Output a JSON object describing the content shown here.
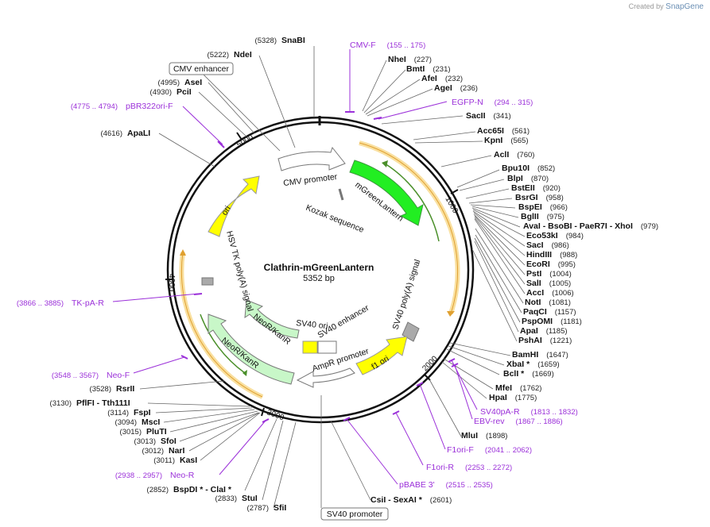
{
  "brand": {
    "prefix": "Created by",
    "name": "SnapGene"
  },
  "plasmid": {
    "name": "Clathrin-mGreenLantern",
    "size_label": "5352 bp",
    "length": 5352
  },
  "ticks": [
    "1000",
    "2000",
    "3000",
    "4000",
    "5000"
  ],
  "sites": [
    {
      "name": "SnaBI",
      "coord": "(5328)",
      "side": "left"
    },
    {
      "name": "NdeI",
      "coord": "(5222)",
      "side": "left"
    },
    {
      "name": "AseI",
      "coord": "(4995)",
      "side": "left"
    },
    {
      "name": "PciI",
      "coord": "(4930)",
      "side": "left"
    },
    {
      "name": "ApaLI",
      "coord": "(4616)",
      "side": "left"
    },
    {
      "name": "NheI",
      "coord": "(227)",
      "side": "right"
    },
    {
      "name": "BmtI",
      "coord": "(231)",
      "side": "right"
    },
    {
      "name": "AfeI",
      "coord": "(232)",
      "side": "right"
    },
    {
      "name": "AgeI",
      "coord": "(236)",
      "side": "right"
    },
    {
      "name": "SacII",
      "coord": "(341)",
      "side": "right"
    },
    {
      "name": "Acc65I",
      "coord": "(561)",
      "side": "right"
    },
    {
      "name": "KpnI",
      "coord": "(565)",
      "side": "right"
    },
    {
      "name": "AclI",
      "coord": "(760)",
      "side": "right"
    },
    {
      "name": "Bpu10I",
      "coord": "(852)",
      "side": "right"
    },
    {
      "name": "BlpI",
      "coord": "(870)",
      "side": "right"
    },
    {
      "name": "BstEII",
      "coord": "(920)",
      "side": "right"
    },
    {
      "name": "BsrGI",
      "coord": "(958)",
      "side": "right"
    },
    {
      "name": "BspEI",
      "coord": "(966)",
      "side": "right"
    },
    {
      "name": "BglII",
      "coord": "(975)",
      "side": "right"
    },
    {
      "name": "AvaI  - BsoBI  - PaeR7I  - XhoI",
      "coord": "(979)",
      "side": "right"
    },
    {
      "name": "Eco53kI",
      "coord": "(984)",
      "side": "right"
    },
    {
      "name": "SacI",
      "coord": "(986)",
      "side": "right"
    },
    {
      "name": "HindIII",
      "coord": "(988)",
      "side": "right"
    },
    {
      "name": "EcoRI",
      "coord": "(995)",
      "side": "right"
    },
    {
      "name": "PstI",
      "coord": "(1004)",
      "side": "right"
    },
    {
      "name": "SalI",
      "coord": "(1005)",
      "side": "right"
    },
    {
      "name": "AccI",
      "coord": "(1006)",
      "side": "right"
    },
    {
      "name": "NotI",
      "coord": "(1081)",
      "side": "right"
    },
    {
      "name": "PaqCI",
      "coord": "(1157)",
      "side": "right"
    },
    {
      "name": "PspOMI",
      "coord": "(1181)",
      "side": "right"
    },
    {
      "name": "ApaI",
      "coord": "(1185)",
      "side": "right"
    },
    {
      "name": "PshAI",
      "coord": "(1221)",
      "side": "right"
    },
    {
      "name": "BamHI",
      "coord": "(1647)",
      "side": "right"
    },
    {
      "name": "XbaI *",
      "coord": "(1659)",
      "side": "right"
    },
    {
      "name": "BclI *",
      "coord": "(1669)",
      "side": "right"
    },
    {
      "name": "MfeI",
      "coord": "(1762)",
      "side": "right"
    },
    {
      "name": "HpaI",
      "coord": "(1775)",
      "side": "right"
    },
    {
      "name": "MluI",
      "coord": "(1898)",
      "side": "right"
    },
    {
      "name": "CsiI  - SexAI *",
      "coord": "(2601)",
      "side": "right"
    },
    {
      "name": "SfiI",
      "coord": "(2787)",
      "side": "left"
    },
    {
      "name": "StuI",
      "coord": "(2833)",
      "side": "left"
    },
    {
      "name": "BspDI *  - ClaI *",
      "coord": "(2852)",
      "side": "left"
    },
    {
      "name": "KasI",
      "coord": "(3011)",
      "side": "left"
    },
    {
      "name": "NarI",
      "coord": "(3012)",
      "side": "left"
    },
    {
      "name": "SfoI",
      "coord": "(3013)",
      "side": "left"
    },
    {
      "name": "PluTI",
      "coord": "(3015)",
      "side": "left"
    },
    {
      "name": "MscI",
      "coord": "(3094)",
      "side": "left"
    },
    {
      "name": "FspI",
      "coord": "(3114)",
      "side": "left"
    },
    {
      "name": "PflFI  - Tth111I",
      "coord": "(3130)",
      "side": "left"
    },
    {
      "name": "RsrII",
      "coord": "(3528)",
      "side": "left"
    }
  ],
  "primers": [
    {
      "name": "CMV-F",
      "range": "(155 .. 175)"
    },
    {
      "name": "EGFP-N",
      "range": "(294 .. 315)"
    },
    {
      "name": "pBR322ori-F",
      "range": "(4775 .. 4794)"
    },
    {
      "name": "TK-pA-R",
      "range": "(3866 .. 3885)"
    },
    {
      "name": "Neo-F",
      "range": "(3548 .. 3567)"
    },
    {
      "name": "Neo-R",
      "range": "(2938 .. 2957)"
    },
    {
      "name": "SV40pA-R",
      "range": "(1813 .. 1832)"
    },
    {
      "name": "EBV-rev",
      "range": "(1867 .. 1886)"
    },
    {
      "name": "F1ori-F",
      "range": "(2041 .. 2062)"
    },
    {
      "name": "F1ori-R",
      "range": "(2253 .. 2272)"
    },
    {
      "name": "pBABE 3'",
      "range": "(2515 .. 2535)"
    }
  ],
  "boxed_labels": [
    "CMV enhancer",
    "SV40 promoter"
  ],
  "features": [
    {
      "name": "CMV promoter",
      "color": "#ffffff"
    },
    {
      "name": "mGreenLantern",
      "color": "#22ee22"
    },
    {
      "name": "Kozak sequence",
      "color": "#888888"
    },
    {
      "name": "SV40 poly(A) signal",
      "color": "#999999"
    },
    {
      "name": "f1 ori",
      "color": "#ffff00"
    },
    {
      "name": "AmpR promoter",
      "color": "#ffffff"
    },
    {
      "name": "SV40 enhancer",
      "color": "#ffffff"
    },
    {
      "name": "SV40 ori",
      "color": "#ffff00"
    },
    {
      "name": "NeoR/KanR",
      "color": "#c8f7c8"
    },
    {
      "name": "NeoR/KanR",
      "color": "#c8f7c8"
    },
    {
      "name": "HSV TK poly(A) signal",
      "color": "#999999"
    },
    {
      "name": "ori",
      "color": "#ffff00"
    }
  ],
  "colors": {
    "primer": "#9b30d9",
    "orf_outline": "#f0c060",
    "orf_fill": "#f9e0a0",
    "backbone": "#111111"
  }
}
